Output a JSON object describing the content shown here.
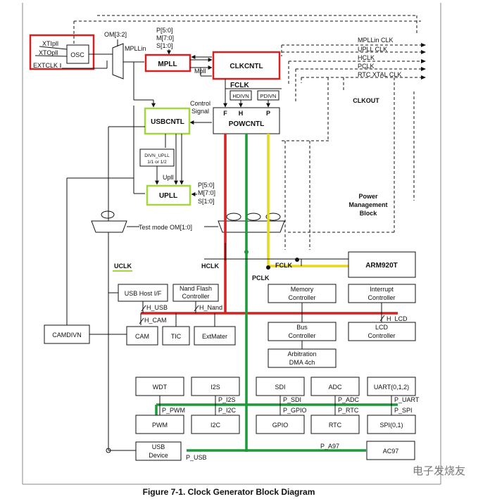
{
  "caption": "Figure 7-1. Clock Generator Block Diagram",
  "watermark": "电子发烧友",
  "colors": {
    "red": "#d42121",
    "green": "#1c9a3a",
    "yellow": "#e8d81a",
    "lightgreen": "#a6d63f",
    "line": "#111111"
  },
  "labels": {
    "xtipll": "XTIpll",
    "xtopll": "XTOpll",
    "extclk": "EXTCLK",
    "osc": "OSC",
    "om32": "OM[3:2]",
    "mpllin": "MPLLin",
    "p50a": "P[5:0]",
    "m70a": "M[7:0]",
    "s10a": "S[1:0]",
    "mpll": "MPLL",
    "mpll_out": "Mpll",
    "clkcntl": "CLKCNTL",
    "fclk_top": "FCLK",
    "hdivn": "HDIVN",
    "pdivn": "PDIVN",
    "control": "Control",
    "signal": "Signal",
    "f": "F",
    "h": "H",
    "p": "P",
    "powcntl": "POWCNTL",
    "usbcntl": "USBCNTL",
    "divn_upll": "DIVN_UPLL",
    "divn_ratio": "1/1 or 1/2",
    "upll_sig": "Upll",
    "upll": "UPLL",
    "p50b": "P[5:0]",
    "m70b": "M[7:0]",
    "s10b": "S[1:0]",
    "clk_mpllin": "MPLLin CLK",
    "clk_upll": "UPLL CLK",
    "clk_hclk": "HCLK",
    "clk_pclk": "PCLK",
    "clk_rtc": "RTC XTAL CLK",
    "clkout": "CLKOUT",
    "pmb1": "Power",
    "pmb2": "Management",
    "pmb3": "Block",
    "testmode": "Test mode OM[1:0]",
    "uclk": "UCLK",
    "hclk": "HCLK",
    "pclk": "PCLK",
    "fclk": "FCLK",
    "arm": "ARM920T",
    "usbhost": "USB Host I/F",
    "nand1": "Nand Flash",
    "nand2": "Controller",
    "mem1": "Memory",
    "mem2": "Controller",
    "int1": "Interrupt",
    "int2": "Controller",
    "h_usb": "H_USB",
    "h_nand": "H_Nand",
    "h_cam": "H_CAM",
    "h_lcd": "H_LCD",
    "camdivn": "CAMDIVN",
    "cam": "CAM",
    "tic": "TIC",
    "extmater": "ExtMater",
    "bus1": "Bus",
    "bus2": "Controller",
    "lcd1": "LCD",
    "lcd2": "Controller",
    "arb1": "Arbitration",
    "arb2": "DMA 4ch",
    "wdt": "WDT",
    "i2s": "I2S",
    "sdi": "SDI",
    "adc": "ADC",
    "uart": "UART(0,1,2)",
    "p_pwm": "P_PWM",
    "p_i2s": "P_I2S",
    "p_sdi": "P_SDI",
    "p_i2c": "P_I2C",
    "p_gpio": "P_GPIO",
    "p_adc": "P_ADC",
    "p_rtc": "P_RTC",
    "p_uart": "P_UART",
    "p_spi": "P_SPI",
    "pwm": "PWM",
    "i2c": "I2C",
    "gpio": "GPIO",
    "rtc": "RTC",
    "spi": "SPI(0,1)",
    "usbdev1": "USB",
    "usbdev2": "Device",
    "p_usb": "P_USB",
    "p_a97": "P_A97",
    "ac97": "AC97"
  }
}
